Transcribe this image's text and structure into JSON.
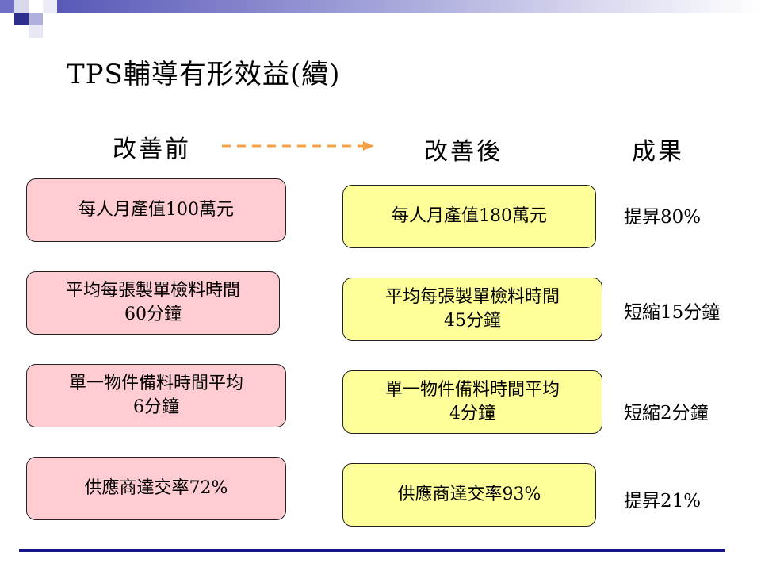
{
  "title": "TPS輔導有形效益(續)",
  "headers": {
    "before": "改善前",
    "after": "改善後",
    "result": "成果"
  },
  "colors": {
    "before_box": "#ffccd1",
    "after_box": "#ffff99",
    "arrow": "#f5a042",
    "accent_bar": "#16168a"
  },
  "rows": [
    {
      "before": {
        "line1": "每人月產值100萬元",
        "line2": ""
      },
      "after": {
        "line1": "每人月產值180萬元",
        "line2": ""
      },
      "result": "提昇80%"
    },
    {
      "before": {
        "line1": "平均每張製單檢料時間",
        "line2": "60分鐘"
      },
      "after": {
        "line1": "平均每張製單檢料時間",
        "line2": "45分鐘"
      },
      "result": "短縮15分鐘"
    },
    {
      "before": {
        "line1": "單一物件備料時間平均",
        "line2": "6分鐘"
      },
      "after": {
        "line1": "單一物件備料時間平均",
        "line2": "4分鐘"
      },
      "result": "短縮2分鐘"
    },
    {
      "before": {
        "line1": "供應商達交率72%",
        "line2": ""
      },
      "after": {
        "line1": "供應商達交率93%",
        "line2": ""
      },
      "result": "提昇21%"
    }
  ]
}
